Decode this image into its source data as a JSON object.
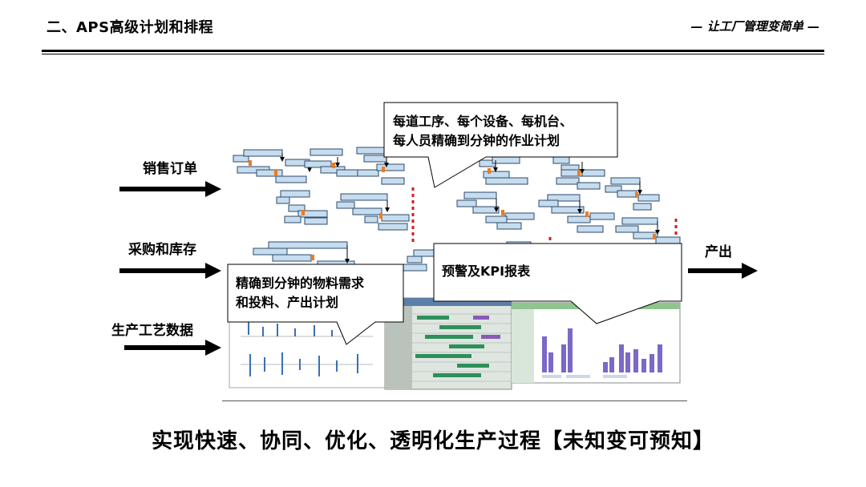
{
  "header": {
    "title": "二、APS高级计划和排程",
    "slogan": "— 让工厂管理变简单 —"
  },
  "inputs": {
    "sales_order": "销售订单",
    "purchase_inventory": "采购和库存",
    "process_data": "生产工艺数据"
  },
  "output_label": "产出",
  "callouts": {
    "schedule_line1": "每道工序、每个设备、每机台、",
    "schedule_line2": "每人员精确到分钟的作业计划",
    "material_line1": "精确到分钟的物料需求",
    "material_line2": "和投料、产出计划",
    "kpi": "预警及KPI报表"
  },
  "footer": "实现快速、协同、优化、透明化生产过程【未知变可预知】",
  "colors": {
    "gantt_bar": "#c6dcef",
    "gantt_border": "#2e4a6a",
    "link_orange": "#f07a1a",
    "red_dotted": "#d21f1f",
    "chart_purple": "#7b68c8"
  }
}
